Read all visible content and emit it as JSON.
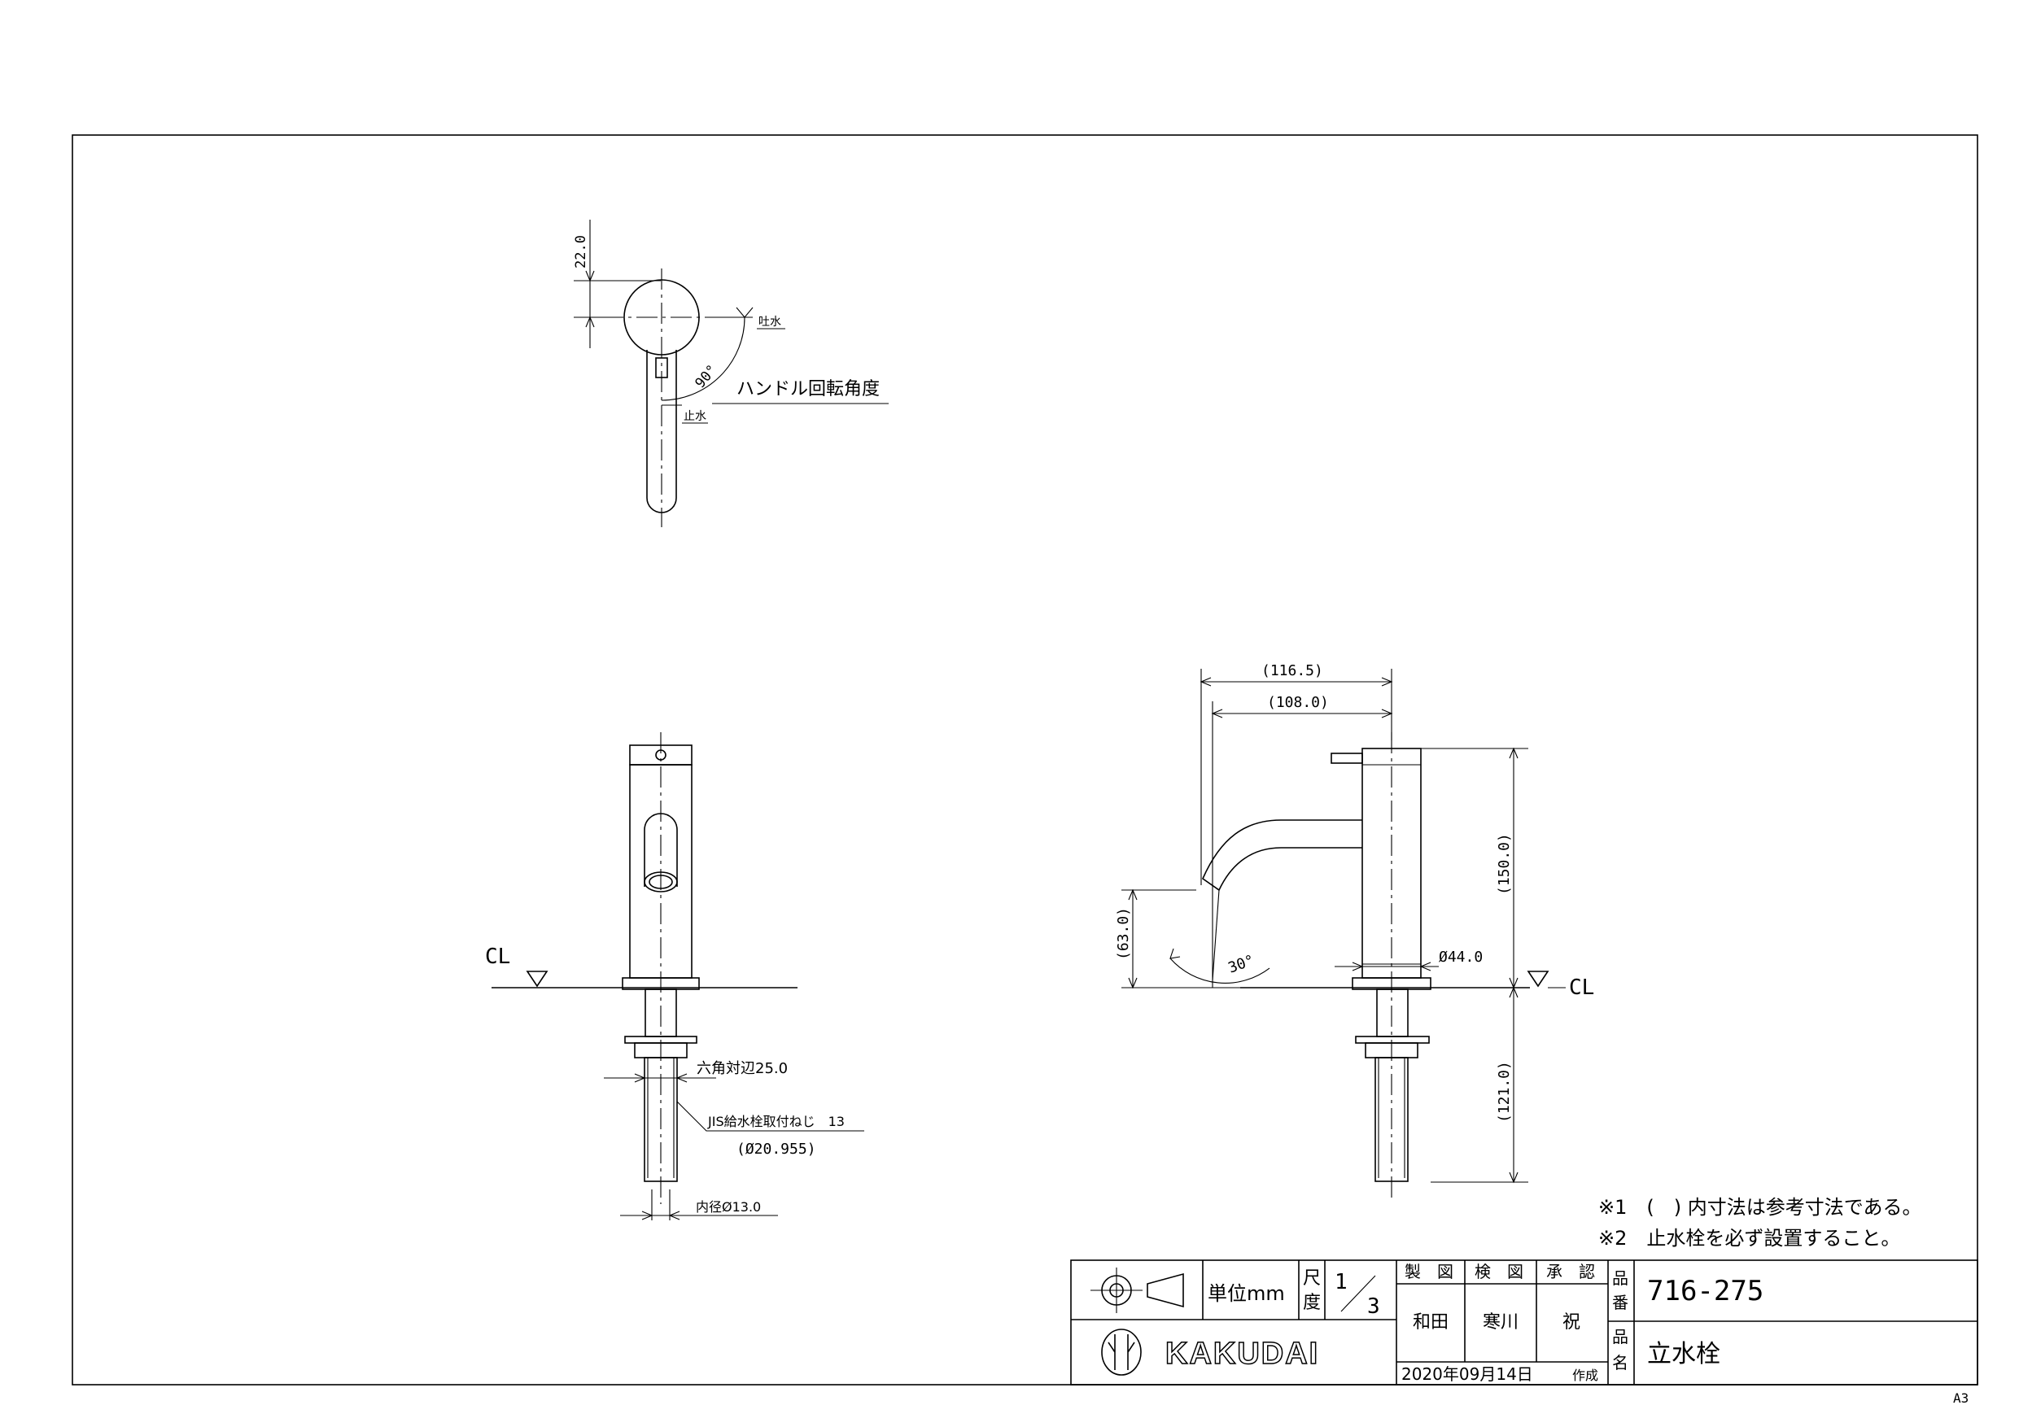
{
  "top_view": {
    "dim_height": "22.0",
    "label_outlet": "吐水",
    "label_stop": "止水",
    "angle": "90°",
    "handle_note": "ハンドル回転角度"
  },
  "front_view": {
    "cl": "CL",
    "hex": "六角対辺25.0",
    "thread_note": "JIS給水栓取付ねじ　13",
    "thread_dia": "(Ø20.955)",
    "inner_dia": "内径Ø13.0"
  },
  "side_view": {
    "dim_reach_total": "(116.5)",
    "dim_reach": "(108.0)",
    "dim_height_top": "(150.0)",
    "dim_spout_height": "(63.0)",
    "angle": "30°",
    "dim_body_dia": "Ø44.0",
    "cl": "CL",
    "dim_below": "(121.0)"
  },
  "notes": [
    "※1　(　) 内寸法は参考寸法である。",
    "※2　止水栓を必ず設置すること。"
  ],
  "title_block": {
    "unit": "単位mm",
    "scale_label_1": "尺",
    "scale_label_2": "度",
    "scale_num": "1",
    "scale_den": "3",
    "drawn_header": "製　図",
    "checked_header": "検　図",
    "approved_header": "承　認",
    "drawn_by": "和田",
    "checked_by": "寒川",
    "approved_by": "祝",
    "part_no_label_1": "品",
    "part_no_label_2": "番",
    "part_no": "716-275",
    "name_label_1": "品",
    "name_label_2": "名",
    "product_name": "立水栓",
    "logo_text": "KAKUDAI",
    "date": "2020年09月14日",
    "created": "作成"
  },
  "sheet_size": "A3"
}
